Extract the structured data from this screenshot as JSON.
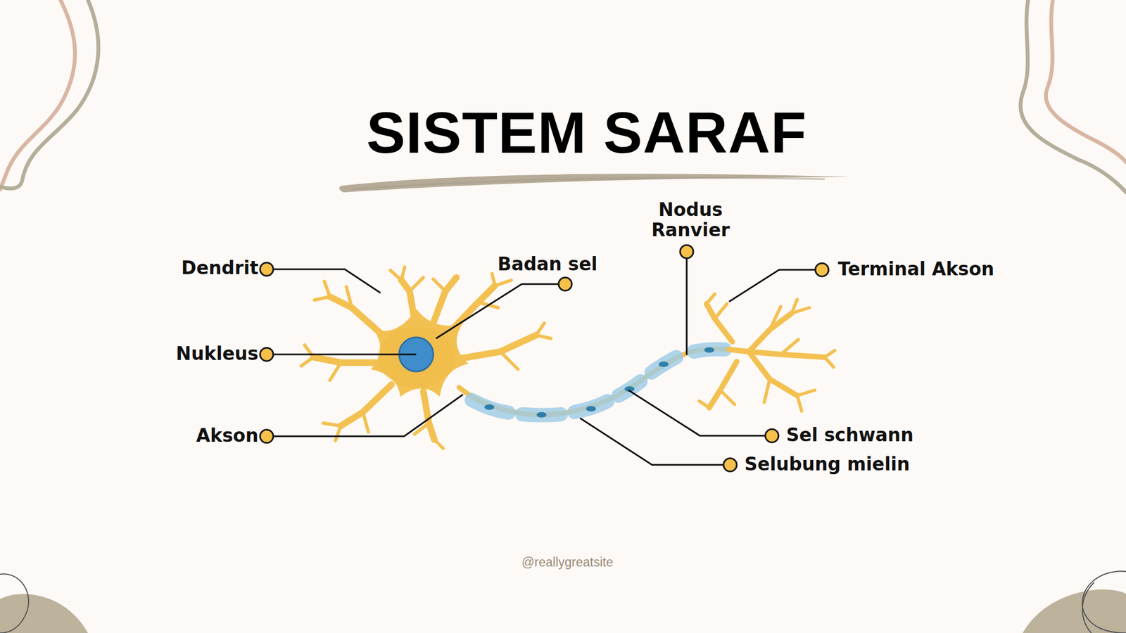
{
  "diagram": {
    "title": "SISTEM SARAF",
    "labels": [
      "Dendrit",
      "Nukleus",
      "Akson",
      "Badan sel",
      "Nodus Ranvier",
      "Terminal Akson",
      "Sel schwann",
      "Selubung mielin",
      "@reallygreatsite"
    ]
  }
}
